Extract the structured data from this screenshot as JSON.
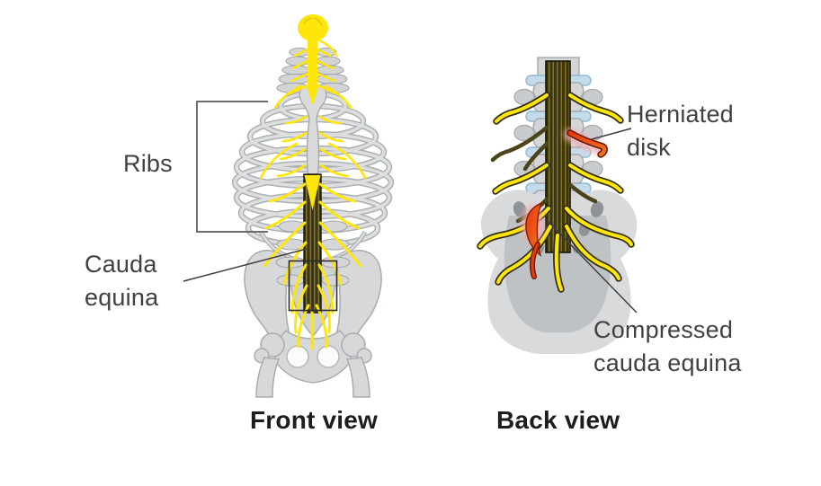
{
  "labels": {
    "ribs": "Ribs",
    "cauda_equina": "Cauda equina",
    "herniated_disk": "Herniated disk",
    "compressed_cauda_equina": "Compressed cauda equina"
  },
  "view_titles": {
    "front": "Front view",
    "back": "Back view"
  },
  "colors": {
    "nerve_yellow": "#FFE60A",
    "cauda_bundle_dark": "#3B3514",
    "cauda_bundle_stripe": "#8A7D2A",
    "bone_fill": "#D8DADB",
    "bone_outline": "#A9ACAE",
    "bone_shadow": "#C0C3C5",
    "disk_blue": "#C3DCEC",
    "disk_blue_outline": "#90B9D3",
    "hernia_red": "#E8380D",
    "hernia_orange": "#F4701E",
    "glow_pink": "#F6AEB2",
    "label_text": "#414042",
    "title_text": "#1D1D1B",
    "pointer_line": "#4D4D4F",
    "background": "#FFFFFF"
  }
}
